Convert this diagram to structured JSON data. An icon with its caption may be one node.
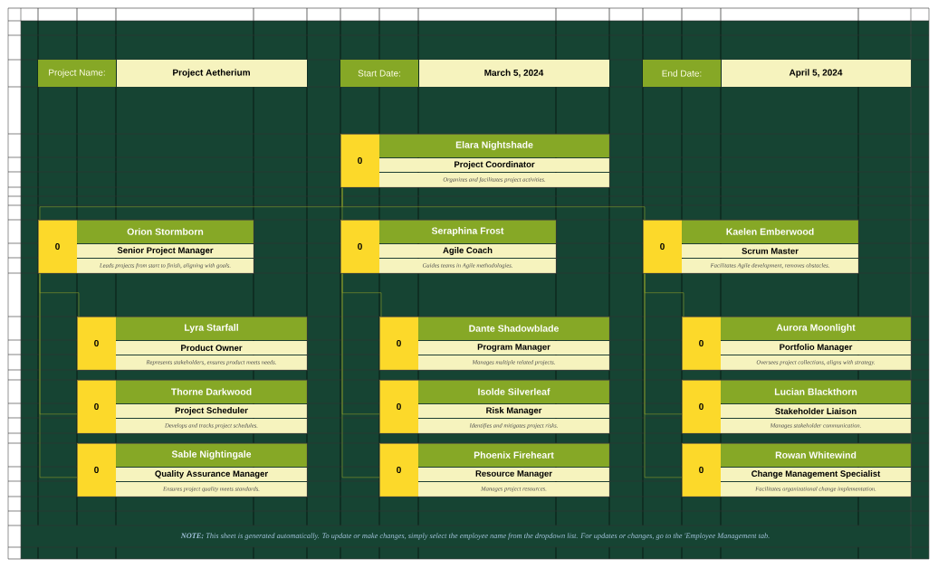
{
  "diagram": {
    "nodes": [
      {
        "text": [
          "Project Name:",
          "Project Aetherium"
        ]
      },
      {
        "text": [
          "Start Date:",
          "March 5, 2024"
        ]
      },
      {
        "text": [
          "End Date:",
          "April 5, 2024"
        ]
      },
      {
        "text": [
          "0",
          "Elara Nightshade",
          "Project Coordinator",
          "Organizes and facilitates project activities."
        ]
      },
      {
        "text": [
          "0",
          "Orion Stormborn",
          "Senior Project Manager",
          "Leads projects from start to finish, aligning with goals."
        ]
      },
      {
        "text": [
          "0",
          "Seraphina Frost",
          "Agile Coach",
          "Guides teams in Agile methodologies."
        ]
      },
      {
        "text": [
          "0",
          "Kaelen Emberwood",
          "Scrum Master",
          "Facilitates Agile development, removes obstacles."
        ]
      },
      {
        "text": [
          "0",
          "Lyra Starfall",
          "Product Owner",
          "Represents stakeholders, ensures product meets needs."
        ]
      },
      {
        "text": [
          "0",
          "Dante Shadowblade",
          "Program Manager",
          "Manages multiple related projects."
        ]
      },
      {
        "text": [
          "0",
          "Aurora Moonlight",
          "Portfolio Manager",
          "Oversees project collections, aligns with strategy."
        ]
      },
      {
        "text": [
          "0",
          "Thorne Darkwood",
          "Project Scheduler",
          "Develops and tracks project schedules."
        ]
      },
      {
        "text": [
          "0",
          "Isolde Silverleaf",
          "Risk Manager",
          "Identifies and mitigates project risks."
        ]
      },
      {
        "text": [
          "0",
          "Lucian Blackthorn",
          "Stakeholder Liaison",
          "Manages stakeholder communication."
        ]
      },
      {
        "text": [
          "0",
          "Sable Nightingale",
          "Quality Assurance Manager",
          "Ensures project quality meets standards."
        ]
      },
      {
        "text": [
          "0",
          "Phoenix Fireheart",
          "Resource Manager",
          "Manages project resources."
        ]
      },
      {
        "text": [
          "0",
          "Rowan Whitewind",
          "Change Management Specialist",
          "Facilitates organizational change implementation."
        ]
      }
    ],
    "edges": [
      {
        "from": 3,
        "to": 4,
        "arrow": "none"
      },
      {
        "from": 3,
        "to": 5,
        "arrow": "none"
      },
      {
        "from": 3,
        "to": 6,
        "arrow": "none"
      },
      {
        "from": 4,
        "to": 7,
        "arrow": "none"
      },
      {
        "from": 4,
        "to": 10,
        "arrow": "none"
      },
      {
        "from": 4,
        "to": 13,
        "arrow": "none"
      },
      {
        "from": 5,
        "to": 8,
        "arrow": "none"
      },
      {
        "from": 5,
        "to": 11,
        "arrow": "none"
      },
      {
        "from": 5,
        "to": 14,
        "arrow": "none"
      },
      {
        "from": 6,
        "to": 9,
        "arrow": "none"
      },
      {
        "from": 6,
        "to": 12,
        "arrow": "none"
      },
      {
        "from": 6,
        "to": 15,
        "arrow": "none"
      }
    ],
    "labels": [
      "**NOTE:** This sheet is generated automatically. To update or make changes, simply select the employee name from the dropdown list. For updates or changes, go to the 'Employee Management tab."
    ]
  }
}
